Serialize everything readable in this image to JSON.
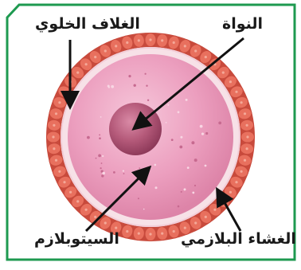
{
  "labels": {
    "nucleus": "النواة",
    "cell_wall": "الغلاف الخلوي",
    "cytoplasm": "السيتوبلازم",
    "plasma_membrane": "الغشاء البلازمي"
  },
  "colors": {
    "frame": "#1e9a50",
    "wall_cells": "#e8705e",
    "wall_cell_edge": "#c84a3c",
    "membrane": "#f6dde4",
    "cytoplasm": "#e79bbb",
    "nucleus": "#a24a6a",
    "arrow": "#111111"
  }
}
